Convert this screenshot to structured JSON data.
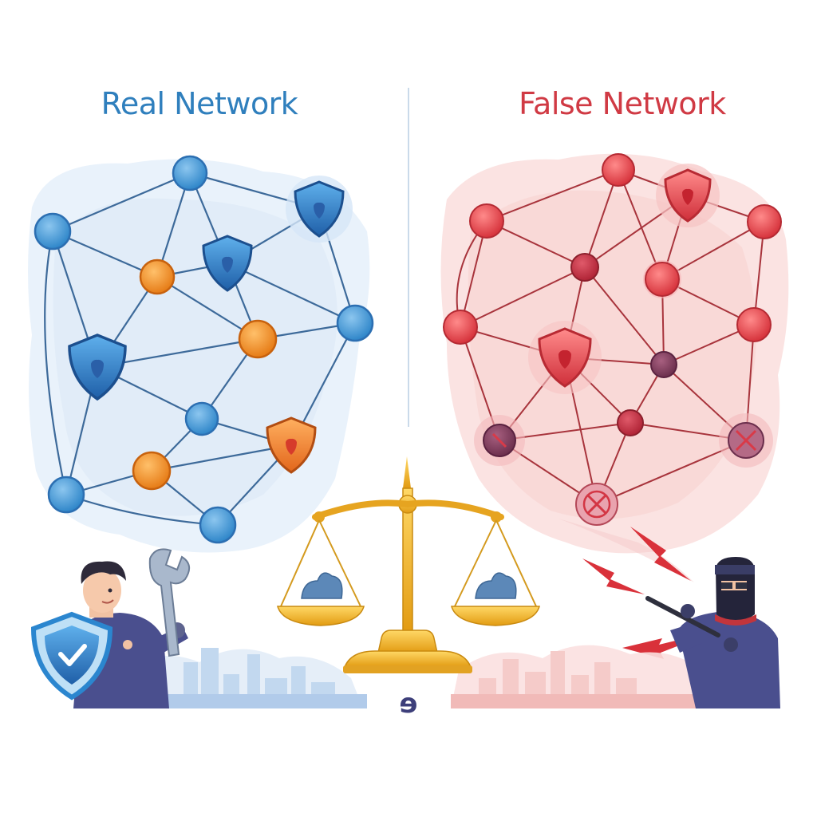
{
  "titles": {
    "real": "Real Network",
    "false": "False Network"
  },
  "bottom_mark": "ɘ",
  "colors": {
    "real_title": "#2f7fbd",
    "false_title": "#d03a44",
    "real_node": "#4a9bd6",
    "real_node_dark": "#2c6fb2",
    "real_edge": "#3d6a9a",
    "orange_node": "#f0922b",
    "false_node": "#e04850",
    "false_edge": "#a8343c",
    "compromised_node": "#8a3d5a",
    "scale_gold": "#f2b630",
    "character_suit": "#4a4f8e",
    "bottom_mark": "#3d3f7a"
  },
  "icons": {
    "shields": "shield-icon",
    "check_shield": "check-shield-icon",
    "wrench": "wrench-icon",
    "scale": "balance-scale-icon",
    "attack_arrow": "lightning-arrow-icon",
    "blocked_node": "blocked-node-icon"
  }
}
